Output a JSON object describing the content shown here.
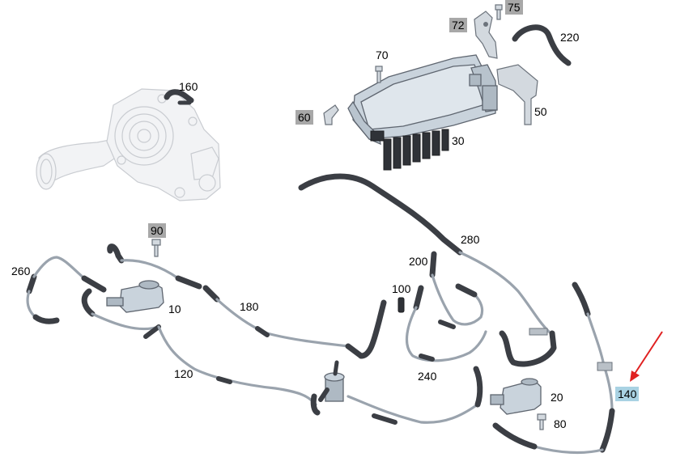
{
  "labels": {
    "p10": "10",
    "p20": "20",
    "p30": "30",
    "p50": "50",
    "p60": "60",
    "p70": "70",
    "p72": "72",
    "p75": "75",
    "p80": "80",
    "p90": "90",
    "p100": "100",
    "p120": "120",
    "p140": "140",
    "p160": "160",
    "p180": "180",
    "p200": "200",
    "p220": "220",
    "p240": "240",
    "p260": "260",
    "p280": "280"
  },
  "colors": {
    "highlight_label_bg": "#a9d2e3",
    "secondary_label_bg": "#a8a8a8",
    "arrow": "#e02020",
    "hose": "#3b3e44",
    "tube": "#9aa3ad"
  }
}
